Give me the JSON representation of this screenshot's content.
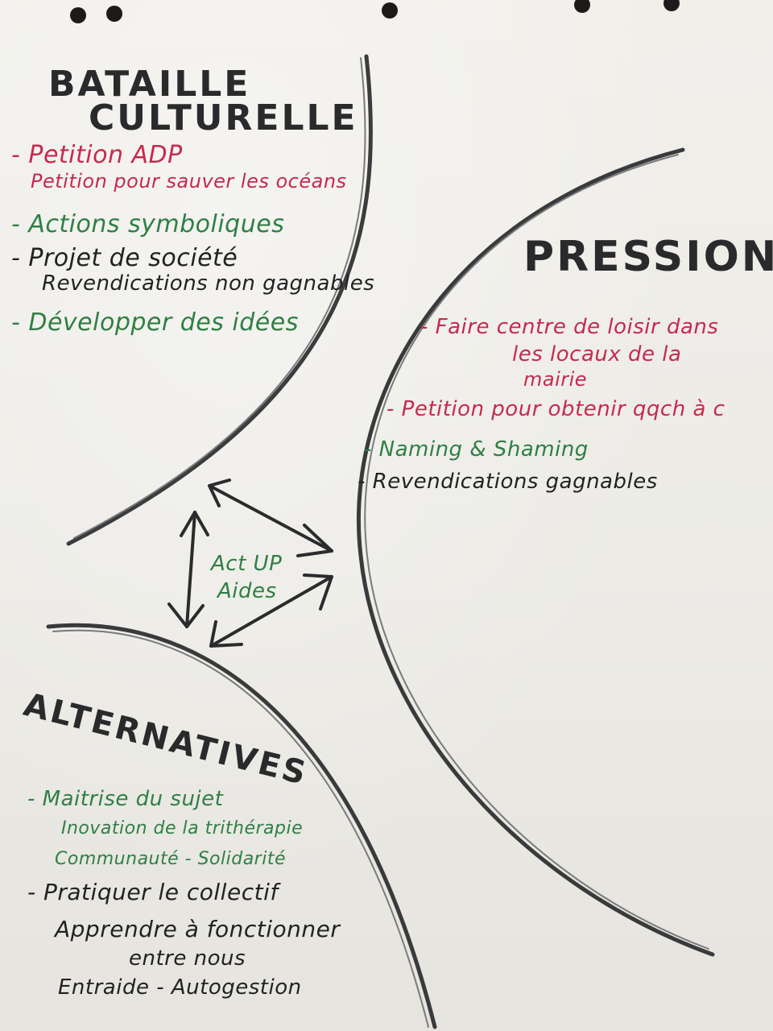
{
  "colors": {
    "red_marker": "#c52a4f",
    "green_marker": "#2f7f45",
    "black_marker": "#222224",
    "paper": "#eeede8"
  },
  "bataille": {
    "title_line1": "BATAILLE",
    "title_line2": "CULTURELLE",
    "items": [
      "- Petition ADP",
      "Petition pour sauver les océans",
      "- Actions symboliques",
      "- Projet de société",
      "Revendications non gagnables",
      "- Développer des idées"
    ]
  },
  "pression": {
    "title": "PRESSION",
    "items": [
      "- Faire centre de loisir dans",
      "les locaux de la",
      "mairie",
      "- Petition pour obtenir qqch à c",
      "- Naming & Shaming",
      "- Revendications gagnables"
    ]
  },
  "center": {
    "line1": "Act UP",
    "line2": "Aides"
  },
  "alternatives": {
    "title": "ALTERNATIVES",
    "items": [
      "- Maitrise du sujet",
      "Inovation de la trithérapie",
      "Communauté - Solidarité",
      "- Pratiquer le collectif",
      "Apprendre à fonctionner",
      "entre nous",
      "Entraide - Autogestion"
    ]
  }
}
